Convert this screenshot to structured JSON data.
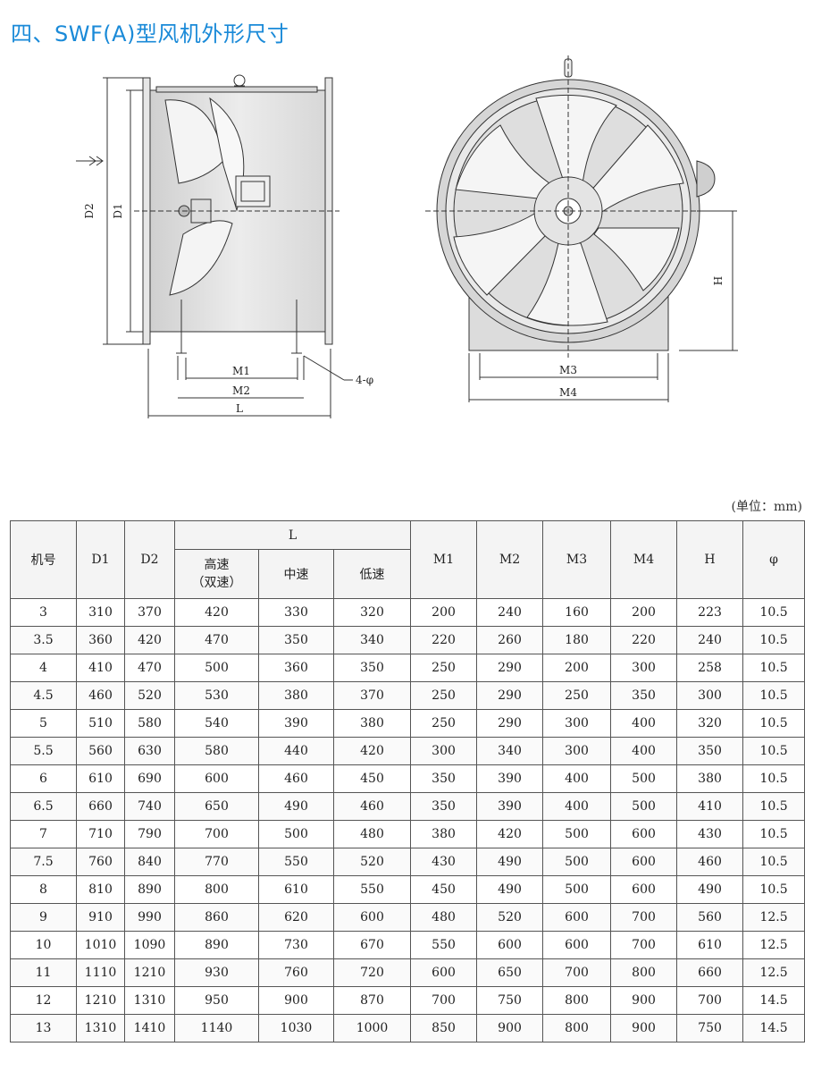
{
  "title": "四、SWF(A)型风机外形尺寸",
  "drawing_labels": {
    "d2": "D2",
    "d1": "D1",
    "m1": "M1",
    "m2": "M2",
    "l": "L",
    "hole": "4-φ",
    "m3": "M3",
    "m4": "M4",
    "h": "H"
  },
  "unit_note": "(单位：mm)",
  "table": {
    "headers": {
      "model": "机号",
      "d1": "D1",
      "d2": "D2",
      "l": "L",
      "l_high_1": "高速",
      "l_high_2": "（双速）",
      "l_mid": "中速",
      "l_low": "低速",
      "m1": "M1",
      "m2": "M2",
      "m3": "M3",
      "m4": "M4",
      "h": "H",
      "phi": "φ"
    },
    "rows": [
      [
        "3",
        "310",
        "370",
        "420",
        "330",
        "320",
        "200",
        "240",
        "160",
        "200",
        "223",
        "10.5"
      ],
      [
        "3.5",
        "360",
        "420",
        "470",
        "350",
        "340",
        "220",
        "260",
        "180",
        "220",
        "240",
        "10.5"
      ],
      [
        "4",
        "410",
        "470",
        "500",
        "360",
        "350",
        "250",
        "290",
        "200",
        "300",
        "258",
        "10.5"
      ],
      [
        "4.5",
        "460",
        "520",
        "530",
        "380",
        "370",
        "250",
        "290",
        "250",
        "350",
        "300",
        "10.5"
      ],
      [
        "5",
        "510",
        "580",
        "540",
        "390",
        "380",
        "250",
        "290",
        "300",
        "400",
        "320",
        "10.5"
      ],
      [
        "5.5",
        "560",
        "630",
        "580",
        "440",
        "420",
        "300",
        "340",
        "300",
        "400",
        "350",
        "10.5"
      ],
      [
        "6",
        "610",
        "690",
        "600",
        "460",
        "450",
        "350",
        "390",
        "400",
        "500",
        "380",
        "10.5"
      ],
      [
        "6.5",
        "660",
        "740",
        "650",
        "490",
        "460",
        "350",
        "390",
        "400",
        "500",
        "410",
        "10.5"
      ],
      [
        "7",
        "710",
        "790",
        "700",
        "500",
        "480",
        "380",
        "420",
        "500",
        "600",
        "430",
        "10.5"
      ],
      [
        "7.5",
        "760",
        "840",
        "770",
        "550",
        "520",
        "430",
        "490",
        "500",
        "600",
        "460",
        "10.5"
      ],
      [
        "8",
        "810",
        "890",
        "800",
        "610",
        "550",
        "450",
        "490",
        "500",
        "600",
        "490",
        "10.5"
      ],
      [
        "9",
        "910",
        "990",
        "860",
        "620",
        "600",
        "480",
        "520",
        "600",
        "700",
        "560",
        "12.5"
      ],
      [
        "10",
        "1010",
        "1090",
        "890",
        "730",
        "670",
        "550",
        "600",
        "600",
        "700",
        "610",
        "12.5"
      ],
      [
        "11",
        "1110",
        "1210",
        "930",
        "760",
        "720",
        "600",
        "650",
        "700",
        "800",
        "660",
        "12.5"
      ],
      [
        "12",
        "1210",
        "1310",
        "950",
        "900",
        "870",
        "700",
        "750",
        "800",
        "900",
        "700",
        "14.5"
      ],
      [
        "13",
        "1310",
        "1410",
        "1140",
        "1030",
        "1000",
        "850",
        "900",
        "800",
        "900",
        "750",
        "14.5"
      ]
    ]
  }
}
